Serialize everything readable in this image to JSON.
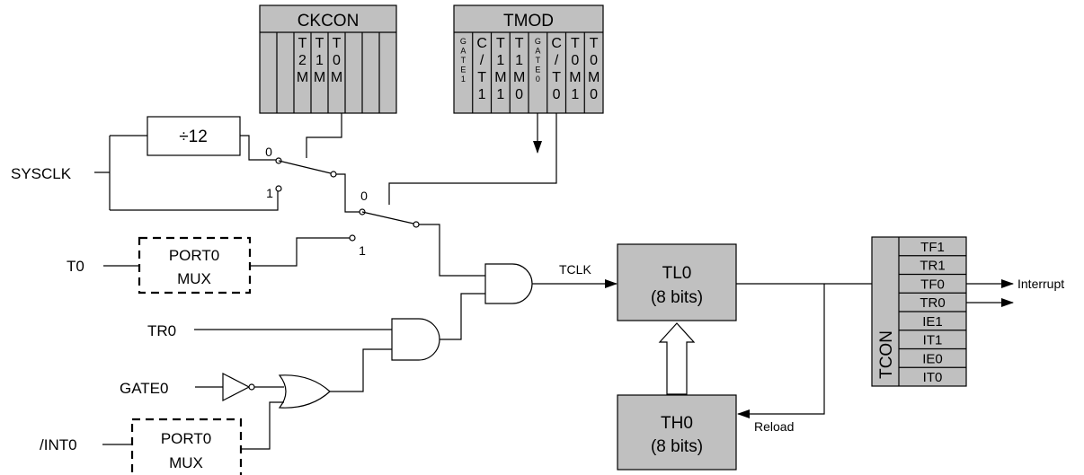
{
  "ckcon": {
    "title": "CKCON",
    "bits": [
      {
        "lines": []
      },
      {
        "lines": []
      },
      {
        "lines": [
          "T",
          "2",
          "M"
        ]
      },
      {
        "lines": [
          "T",
          "1",
          "M"
        ]
      },
      {
        "lines": [
          "T",
          "0",
          "M"
        ]
      },
      {
        "lines": []
      },
      {
        "lines": []
      },
      {
        "lines": []
      }
    ]
  },
  "tmod": {
    "title": "TMOD",
    "bits": [
      {
        "lines": [
          "G",
          "A",
          "T",
          "E",
          "1"
        ],
        "tiny": true
      },
      {
        "lines": [
          "C",
          "/",
          "T",
          "1"
        ]
      },
      {
        "lines": [
          "T",
          "1",
          "M",
          "1"
        ]
      },
      {
        "lines": [
          "T",
          "1",
          "M",
          "0"
        ]
      },
      {
        "lines": [
          "G",
          "A",
          "T",
          "E",
          "0"
        ],
        "tiny": true
      },
      {
        "lines": [
          "C",
          "/",
          "T",
          "0"
        ]
      },
      {
        "lines": [
          "T",
          "0",
          "M",
          "1"
        ]
      },
      {
        "lines": [
          "T",
          "0",
          "M",
          "0"
        ]
      }
    ]
  },
  "divider": {
    "label": "÷12"
  },
  "signals": {
    "sysclk": "SYSCLK",
    "t0": "T0",
    "tr0": "TR0",
    "gate0": "GATE0",
    "int0": "/INT0",
    "tclk": "TCLK",
    "reload": "Reload",
    "interrupt": "Interrupt"
  },
  "switch_labels": {
    "sw1_zero": "0",
    "sw1_one": "1",
    "sw2_zero": "0",
    "sw2_one": "1"
  },
  "mux_t0": {
    "line1": "PORT0",
    "line2": "MUX"
  },
  "mux_int0": {
    "line1": "PORT0",
    "line2": "MUX"
  },
  "tl0": {
    "line1": "TL0",
    "line2": "(8 bits)"
  },
  "th0": {
    "line1": "TH0",
    "line2": "(8 bits)"
  },
  "tcon": {
    "title": "TCON",
    "bits": [
      "TF1",
      "TR1",
      "TF0",
      "TR0",
      "IE1",
      "IT1",
      "IE0",
      "IT0"
    ]
  }
}
